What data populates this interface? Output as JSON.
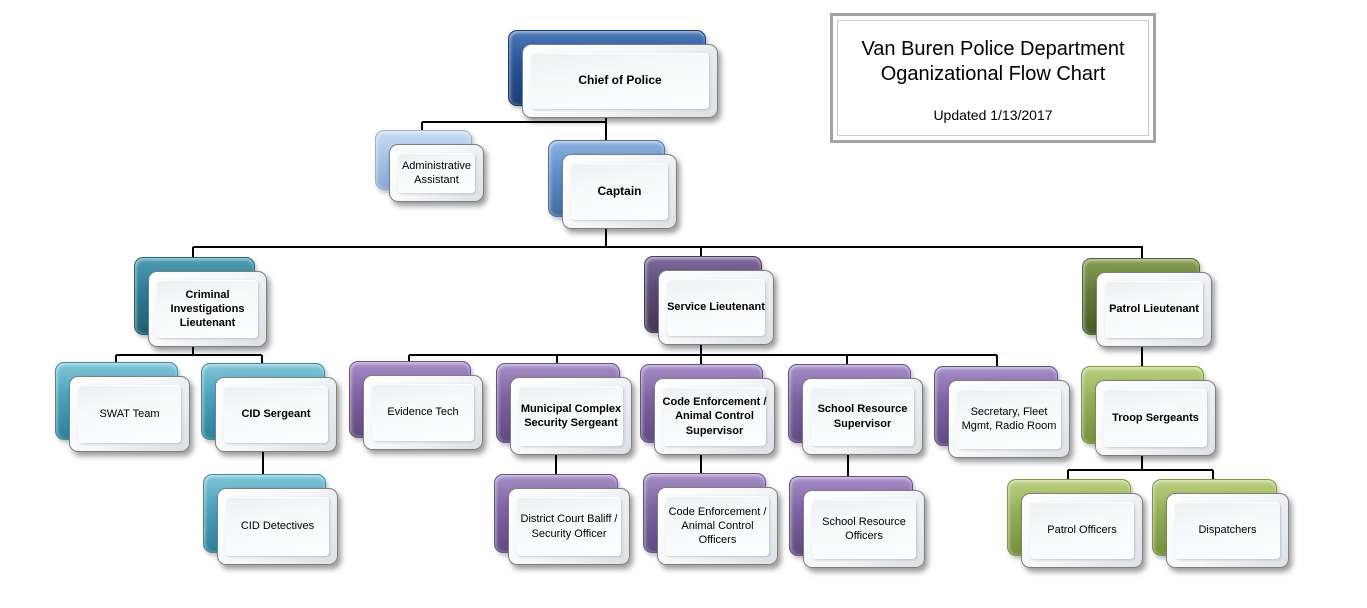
{
  "title_box": {
    "line1": "Van Buren Police Department",
    "line2": "Oganizational Flow Chart",
    "updated": "Updated 1/13/2017"
  },
  "palette": {
    "chief_dark_blue": "#2a5499",
    "captain_blue": "#5e8fcc",
    "assistant_light_blue": "#a9c6e8",
    "lieutenant_dark_teal": "#2f7d92",
    "teal": "#4aa3bc",
    "lieutenant_dark_purple": "#5d4b76",
    "purple": "#7e64a2",
    "lieutenant_dark_green": "#66793a",
    "green": "#95af56",
    "box_face": "#f7f9fa",
    "connector": "#000000",
    "title_border": "#a3a3a3"
  },
  "nodes": {
    "chief": {
      "label": "Chief of Police"
    },
    "admin": {
      "label": "Administrative Assistant"
    },
    "captain": {
      "label": "Captain"
    },
    "cil": {
      "label": "Criminal Investigations Lieutenant"
    },
    "service_lt": {
      "label": "Service Lieutenant"
    },
    "patrol_lt": {
      "label": "Patrol Lieutenant"
    },
    "swat": {
      "label": "SWAT Team"
    },
    "cid_sgt": {
      "label": "CID Sergeant"
    },
    "evidence": {
      "label": "Evidence Tech"
    },
    "municipal": {
      "label": "Municipal Complex Security Sergeant"
    },
    "code_sup": {
      "label": "Code Enforcement / Animal Control Supervisor"
    },
    "school_sup": {
      "label": "School Resource Supervisor"
    },
    "secretary": {
      "label": "Secretary, Fleet Mgmt, Radio Room"
    },
    "troop": {
      "label": "Troop Sergeants"
    },
    "cid_det": {
      "label": "CID Detectives"
    },
    "baliff": {
      "label": "District Court Baliff / Security Officer"
    },
    "code_off": {
      "label": "Code Enforcement / Animal Control Officers"
    },
    "school_off": {
      "label": "School Resource Officers"
    },
    "patrol_off": {
      "label": "Patrol Officers"
    },
    "dispatchers": {
      "label": "Dispatchers"
    }
  }
}
